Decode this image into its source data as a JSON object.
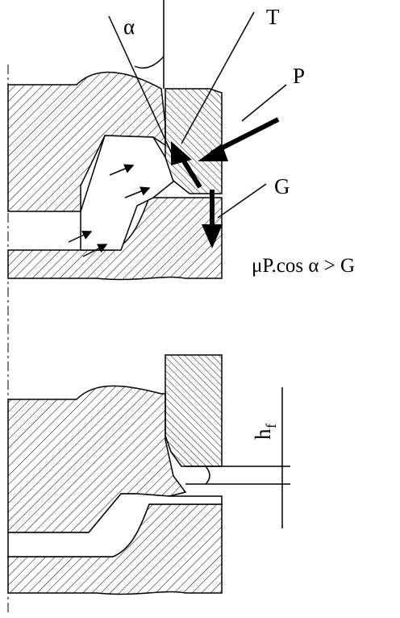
{
  "labels": {
    "alpha": "α",
    "T": "T",
    "P": "P",
    "G": "G",
    "formula": "μP.cos α > G",
    "h": "h",
    "h_sub": "f"
  }
}
